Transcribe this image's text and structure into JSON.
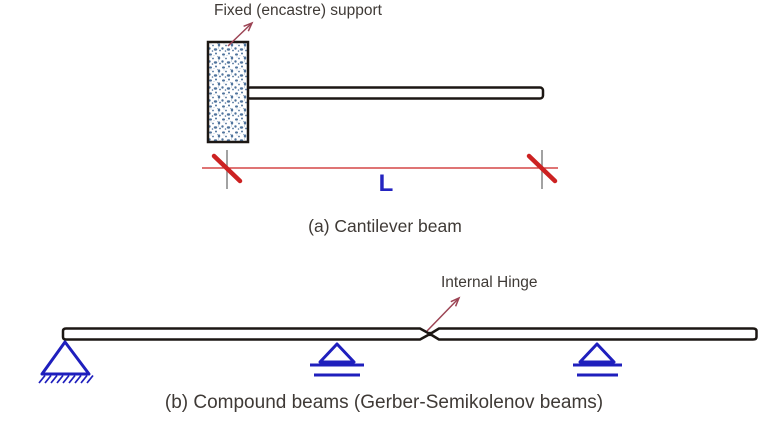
{
  "colors": {
    "background": "#ffffff",
    "beam_outline": "#1c1713",
    "support_blue": "#1f1fbd",
    "dimension_red": "#cc2222",
    "leader_arrow": "#9c4454",
    "tick_gray": "#8a8a8a",
    "dimension_label_blue": "#2424c0",
    "caption_text": "#3f3a36",
    "speckle_blue": "#4f739c"
  },
  "figure_a": {
    "support_label": "Fixed (encastre) support",
    "dimension_label": "L",
    "caption": "(a) Cantilever beam"
  },
  "figure_b": {
    "hinge_label": "Internal Hinge",
    "caption": "(b) Compound beams (Gerber-Semikolenov beams)"
  }
}
